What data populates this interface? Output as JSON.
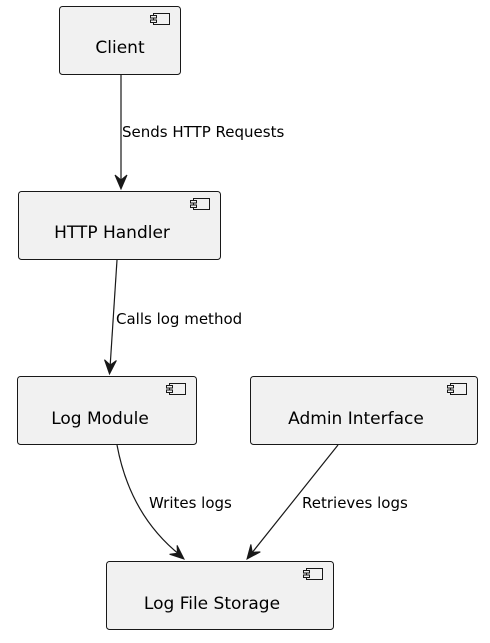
{
  "nodes": {
    "client": {
      "label": "Client"
    },
    "http_handler": {
      "label": "HTTP Handler"
    },
    "log_module": {
      "label": "Log Module"
    },
    "admin_interface": {
      "label": "Admin Interface"
    },
    "log_file_storage": {
      "label": "Log File Storage"
    }
  },
  "edges": {
    "client_to_handler": {
      "label": "Sends HTTP Requests"
    },
    "handler_to_log": {
      "label": "Calls log method"
    },
    "log_to_storage": {
      "label": "Writes logs"
    },
    "admin_to_storage": {
      "label": "Retrieves logs"
    }
  },
  "colors": {
    "node_fill": "#f1f1f1",
    "node_stroke": "#181818",
    "edge": "#181818",
    "text": "#000000"
  }
}
